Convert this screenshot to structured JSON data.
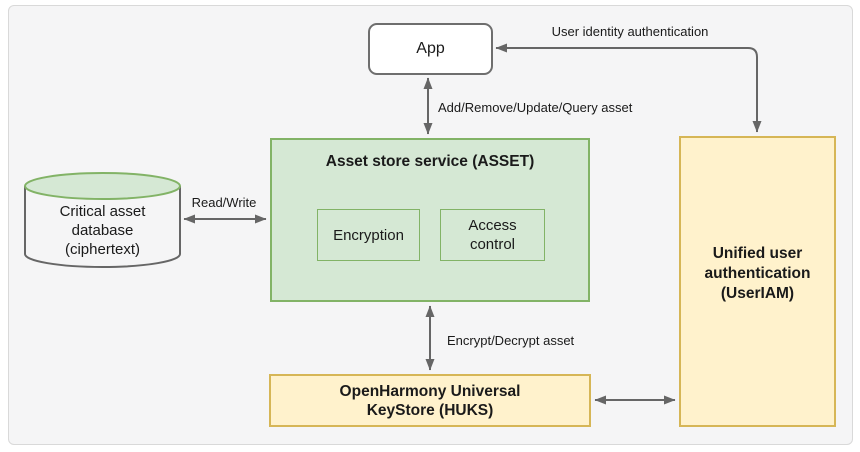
{
  "colors": {
    "panel-bg": "#f5f5f6",
    "panel-border": "#d9d9d9",
    "green-fill": "#d5e8d4",
    "green-border": "#82b366",
    "yellow-fill": "#fff2cc",
    "yellow-border": "#d6b656",
    "node-bg": "#ffffff",
    "node-border": "#6e6e6e",
    "arrow": "#666666",
    "text": "#1a1a1a"
  },
  "nodes": {
    "app": {
      "label": "App"
    },
    "asset": {
      "title": "Asset store service (ASSET)"
    },
    "encryption": {
      "label": "Encryption"
    },
    "access_control": {
      "label": "Access\ncontrol"
    },
    "database": {
      "label": "Critical asset\ndatabase\n(ciphertext)"
    },
    "useriam": {
      "label": "Unified user\nauthentication\n(UserIAM)"
    },
    "huks": {
      "label": "OpenHarmony Universal\nKeyStore (HUKS)"
    }
  },
  "edges": {
    "user_identity": {
      "label": "User identity authentication"
    },
    "asset_ops": {
      "label": "Add/Remove/Update/Query asset"
    },
    "read_write": {
      "label": "Read/Write"
    },
    "encrypt_decrypt": {
      "label": "Encrypt/Decrypt asset"
    }
  }
}
